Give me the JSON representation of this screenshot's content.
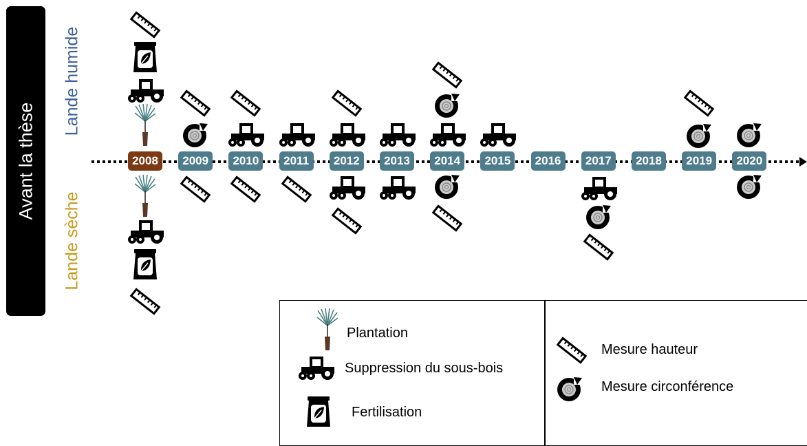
{
  "side_title": "Avant la thèse",
  "zone_top": "Lande humide",
  "zone_bottom": "Lande sèche",
  "years": [
    "2008",
    "2009",
    "2010",
    "2011",
    "2012",
    "2013",
    "2014",
    "2015",
    "2016",
    "2017",
    "2018",
    "2019",
    "2020"
  ],
  "events": {
    "lande_humide": [
      {
        "year": "2008",
        "actions": [
          "plantation",
          "suppression",
          "fertilisation",
          "hauteur"
        ]
      },
      {
        "year": "2009",
        "actions": [
          "circonference",
          "hauteur"
        ]
      },
      {
        "year": "2010",
        "actions": [
          "suppression",
          "hauteur"
        ]
      },
      {
        "year": "2011",
        "actions": [
          "suppression"
        ]
      },
      {
        "year": "2012",
        "actions": [
          "suppression",
          "hauteur"
        ]
      },
      {
        "year": "2013",
        "actions": [
          "suppression"
        ]
      },
      {
        "year": "2014",
        "actions": [
          "suppression",
          "circonference",
          "hauteur"
        ]
      },
      {
        "year": "2015",
        "actions": [
          "suppression"
        ]
      },
      {
        "year": "2019",
        "actions": [
          "circonference",
          "hauteur"
        ]
      },
      {
        "year": "2020",
        "actions": [
          "circonference"
        ]
      }
    ],
    "lande_seche": [
      {
        "year": "2008",
        "actions": [
          "plantation",
          "suppression",
          "fertilisation",
          "hauteur"
        ]
      },
      {
        "year": "2009",
        "actions": [
          "hauteur"
        ]
      },
      {
        "year": "2010",
        "actions": [
          "hauteur"
        ]
      },
      {
        "year": "2011",
        "actions": [
          "hauteur"
        ]
      },
      {
        "year": "2012",
        "actions": [
          "suppression",
          "hauteur"
        ]
      },
      {
        "year": "2013",
        "actions": [
          "suppression"
        ]
      },
      {
        "year": "2014",
        "actions": [
          "circonference",
          "hauteur"
        ]
      },
      {
        "year": "2017",
        "actions": [
          "suppression",
          "circonference",
          "hauteur"
        ]
      },
      {
        "year": "2020",
        "actions": [
          "circonference"
        ]
      }
    ]
  },
  "legend": {
    "plantation": "Plantation",
    "suppression": "Suppression du sous-bois",
    "fertilisation": "Fertilisation",
    "hauteur": "Mesure hauteur",
    "circonference": "Mesure circonférence"
  },
  "icons": {
    "plantation": "seedling-icon",
    "suppression": "tractor-icon",
    "fertilisation": "fertilizer-bag-icon",
    "hauteur": "ruler-icon",
    "circonference": "tree-ring-icon"
  },
  "colors": {
    "first_year": "#7b3a13",
    "year": "#4e7c8c",
    "zone_top": "#3b5f99",
    "zone_bottom": "#c89a1c"
  }
}
